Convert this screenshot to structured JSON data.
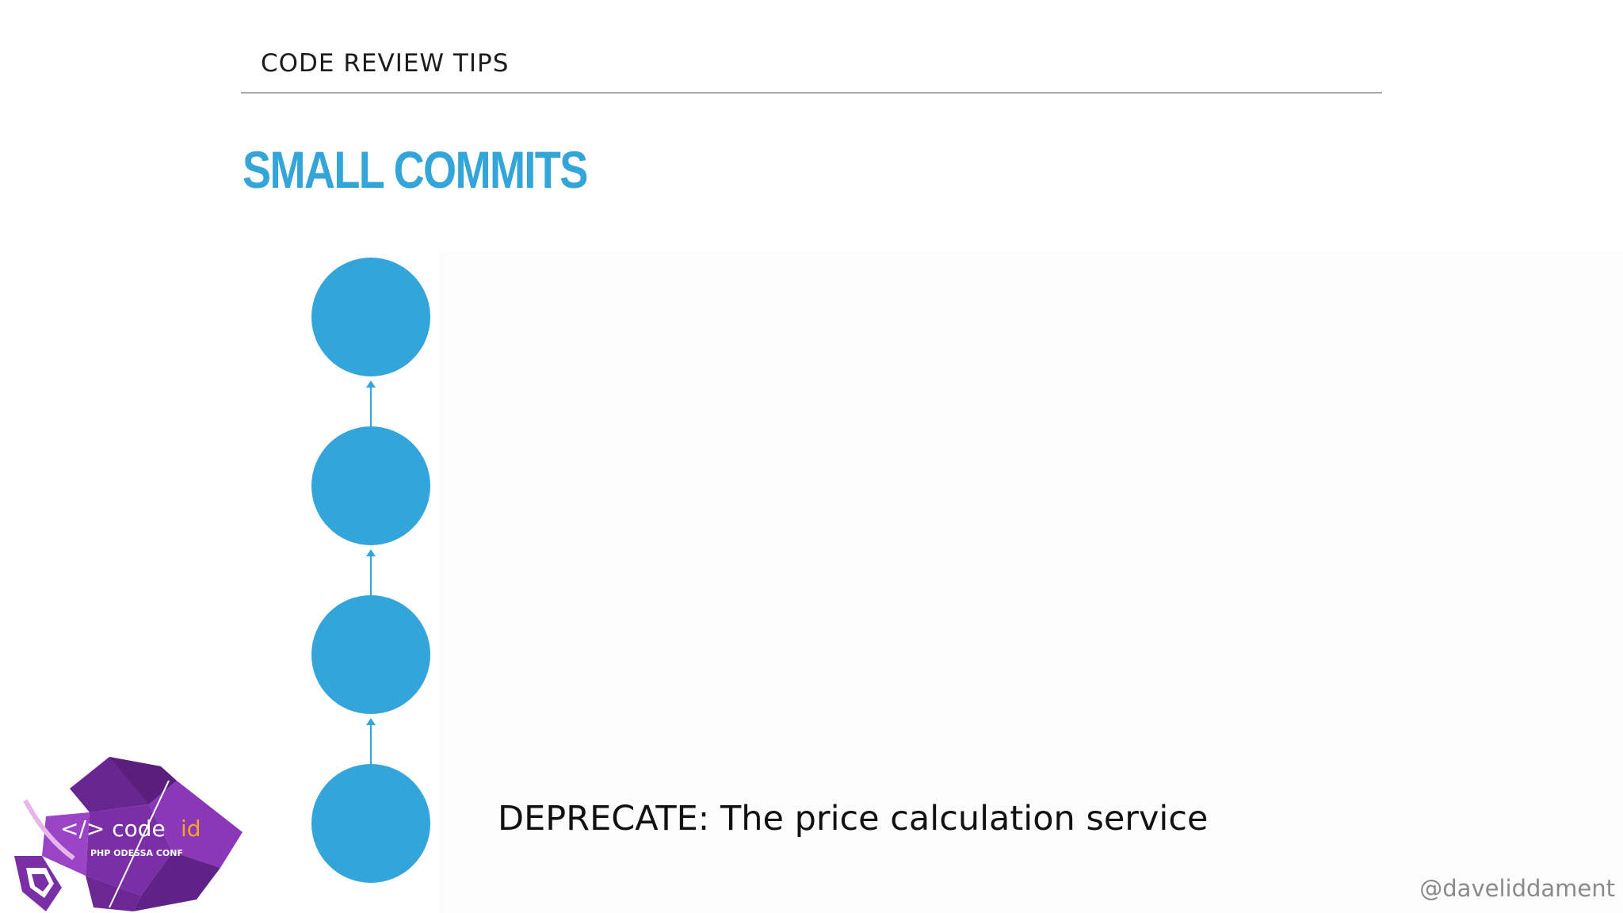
{
  "slide": {
    "section_header": "CODE REVIEW TIPS",
    "title": "SMALL COMMITS",
    "commit_message": "DEPRECATE: The price calculation service",
    "twitter_handle": "@daveliddament"
  },
  "logo": {
    "brand_prefix": "</> code",
    "brand_suffix": "id",
    "conference": "PHP ODESSA CONF"
  },
  "colors": {
    "accent": "#34a5db",
    "logo_purple": "#7b2fa6",
    "logo_orange": "#f5a623"
  },
  "commits": [
    {
      "label": ""
    },
    {
      "label": ""
    },
    {
      "label": ""
    },
    {
      "label": ""
    }
  ]
}
